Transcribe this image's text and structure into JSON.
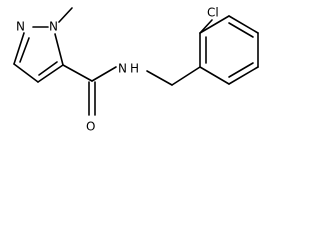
{
  "molecule": {
    "atoms": {
      "pyrazole_n1": "N",
      "pyrazole_n2": "N",
      "amide_nitrogen": "N",
      "amide_hydrogen": "H",
      "carbonyl_oxygen": "O",
      "chlorine": "Cl"
    }
  }
}
